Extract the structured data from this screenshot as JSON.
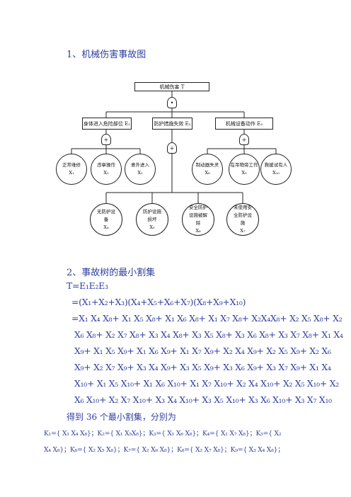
{
  "section1": {
    "title": "1、机械伤害事故图"
  },
  "tree": {
    "top": {
      "label": "机械伤害 T"
    },
    "top_gate": {
      "symbol": "•"
    },
    "mid": [
      {
        "label": "身体进入危险部位 E₁"
      },
      {
        "label": "防护措施失效 E₂"
      },
      {
        "label": "机械设备动作 E₃"
      }
    ],
    "gates": {
      "or": "+"
    },
    "basic_row1": [
      {
        "name": "正常维修",
        "var": "X₁"
      },
      {
        "name": "违章操作",
        "var": "X₂"
      },
      {
        "name": "意外进入",
        "var": "X₃"
      },
      {
        "name": "制动器失灵",
        "var": "X₈"
      },
      {
        "name": "在吊物旁工作",
        "var": "X₉"
      },
      {
        "name": "救援试有人",
        "var": "X₁₀"
      }
    ],
    "basic_row2": [
      {
        "name": "无防护设备",
        "var": "X₄"
      },
      {
        "name": "防护设施损坏",
        "var": "X₅"
      },
      {
        "name": "安全防护设施被解除",
        "var": "X₆"
      },
      {
        "name": "未使用安全防护设施",
        "var": "X₇"
      }
    ]
  },
  "section2": {
    "title": "2、事故树的最小割集",
    "equations": [
      "T=E₁E₂E₃",
      "=(X₁+X₂+X₃)(X₄+X₅+X₆+X₇)(X₈+X₉+X₁₀)",
      "=X₁ X₄ X₈+ X₁ X₅ X₈+ X₁ X₆ X₈+ X₁ X₇ X₈+ X₂X₄X₈+ X₂ X₅ X₈+ X₂",
      "X₆ X₈+ X₂ X₇ X₈+ X₃ X₄ X₈+ X₃ X₅ X₈+ X₃ X₆ X₈+ X₃ X₇ X₈+ X₁ X₄",
      "X₉+ X₁ X₅ X₉+ X₁ X₆ X₉+ X₁ X₇ X₉+ X₂ X₄ X₉+ X₂ X₅ X₉+ X₂ X₆",
      "X₉+ X₂ X₇ X₉+ X₃ X₄ X₉+ X₃ X₅ X₉+ X₃ X₆ X₉+ X₃ X₇ X₉+ X₁ X₄",
      "X₁₀+ X₁ X₅ X₁₀+ X₁ X₆ X₁₀+ X₁ X₇ X₁₀+ X₂ X₄ X₁₀+ X₂ X₅ X₁₀+ X₂",
      "X₆ X₁₀+ X₂ X₇ X₁₀+ X₃ X₄ X₁₀+ X₃ X₅ X₁₀+ X₃ X₆ X₁₀+ X₃ X₇ X₁₀"
    ],
    "summary": "得到 36 个最小割集，分别为",
    "cutsets_line1": "K₁={ X₁ X₄ X₈}；K₂={ X₁ X₅X₈}；K₃={ X₁ X₆ X₈}；K₄={ X₁ X₇ X₈}；K₅={ X₂",
    "cutsets_line2": "X₄ X₈}；K₆={ X₂ X₅ X₈}；K₇={ X₂ X₆ X₈}；K₈={ X₂ X₇ X₈}；K₉={ X₃ X₄ X₈}；"
  }
}
